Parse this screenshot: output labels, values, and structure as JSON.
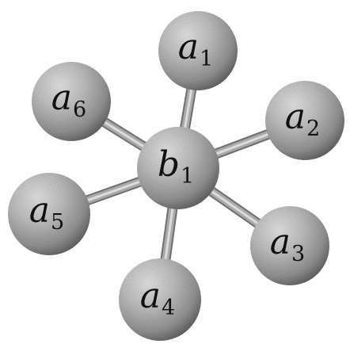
{
  "center": {
    "id": "b1",
    "base": "b",
    "sub": "1"
  },
  "nodes": [
    {
      "id": "a1",
      "base": "a",
      "sub": "1"
    },
    {
      "id": "a2",
      "base": "a",
      "sub": "2"
    },
    {
      "id": "a3",
      "base": "a",
      "sub": "3"
    },
    {
      "id": "a4",
      "base": "a",
      "sub": "4"
    },
    {
      "id": "a5",
      "base": "a",
      "sub": "5"
    },
    {
      "id": "a6",
      "base": "a",
      "sub": "6"
    }
  ],
  "edges": [
    [
      "b1",
      "a1"
    ],
    [
      "b1",
      "a2"
    ],
    [
      "b1",
      "a3"
    ],
    [
      "b1",
      "a4"
    ],
    [
      "b1",
      "a5"
    ],
    [
      "b1",
      "a6"
    ]
  ],
  "colors": {
    "sphere_highlight": "#f4f4f4",
    "sphere_mid": "#b2b2b2",
    "sphere_shadow": "#5e5e5e",
    "rod": "#a9a9a9",
    "label": "#111111"
  }
}
